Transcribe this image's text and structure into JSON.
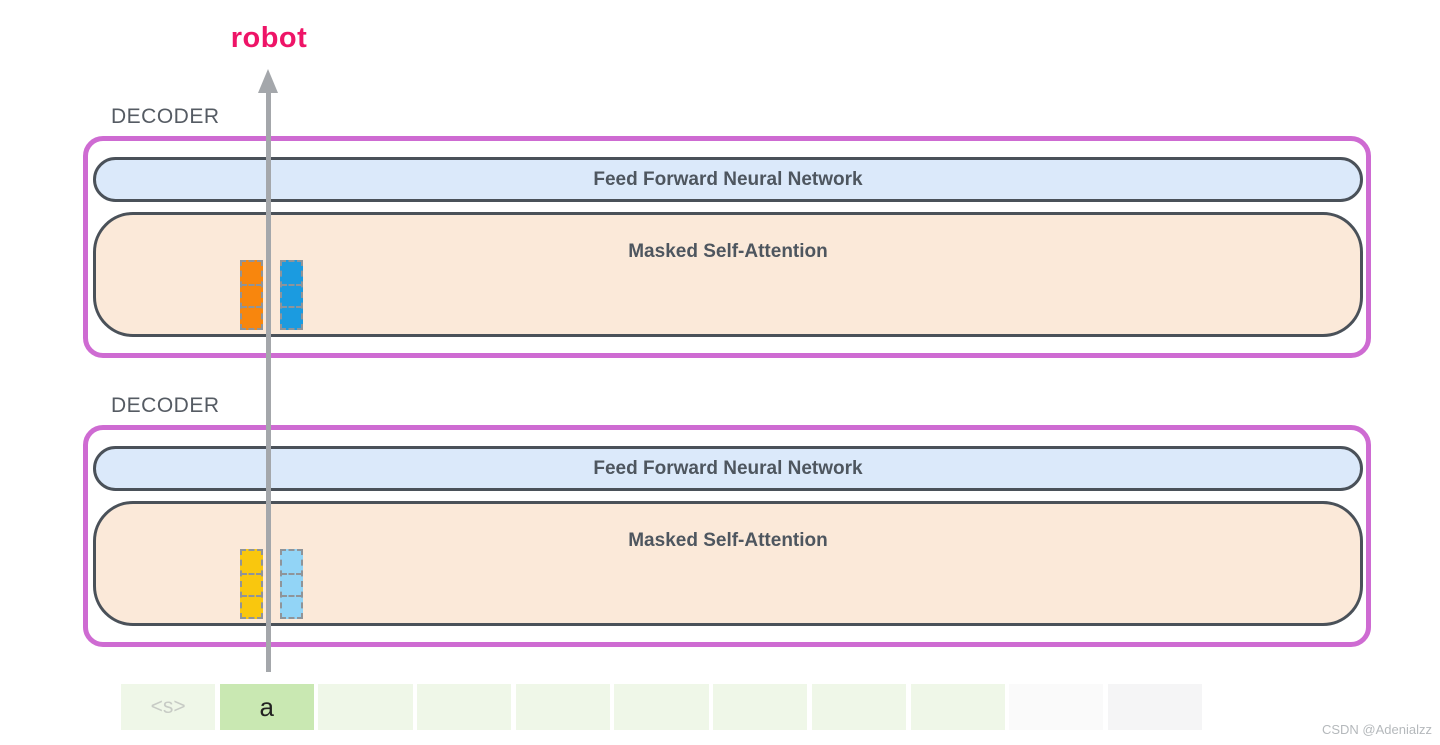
{
  "output_word": {
    "text": "robot",
    "color": "#EE1467"
  },
  "colors": {
    "decoder_border": "#CE6BD2",
    "inner_box_border": "#4A5159",
    "ffn_fill": "#DBE9FA",
    "msa_fill": "#FBE9D9",
    "arrow": "#A4A7AB",
    "decoder_label_text": "#555B63",
    "box_label_text": "#4E565F"
  },
  "decoders": [
    {
      "label": "DECODER",
      "ffn_label": "Feed Forward Neural Network",
      "msa_label": "Masked Self-Attention",
      "vectors": [
        {
          "name": "hidden-state-vector-token1",
          "color": "#F8860D"
        },
        {
          "name": "hidden-state-vector-token2",
          "color": "#1B9BE0"
        }
      ]
    },
    {
      "label": "DECODER",
      "ffn_label": "Feed Forward Neural Network",
      "msa_label": "Masked Self-Attention",
      "vectors": [
        {
          "name": "hidden-state-vector-token1",
          "color": "#F9C70E"
        },
        {
          "name": "hidden-state-vector-token2",
          "color": "#92D4F6"
        }
      ]
    }
  ],
  "tokens": [
    {
      "text": "<s>",
      "bg": "#EFF7E8",
      "color": "#C7CBC5"
    },
    {
      "text": "a",
      "bg": "#C9E8B2",
      "color": "#222222"
    },
    {
      "text": "",
      "bg": "#EFF7E8",
      "color": "#222222"
    },
    {
      "text": "",
      "bg": "#EFF7E8",
      "color": "#222222"
    },
    {
      "text": "",
      "bg": "#EFF7E8",
      "color": "#222222"
    },
    {
      "text": "",
      "bg": "#EFF7E8",
      "color": "#222222"
    },
    {
      "text": "",
      "bg": "#EFF7E8",
      "color": "#222222"
    },
    {
      "text": "",
      "bg": "#EFF7E8",
      "color": "#222222"
    },
    {
      "text": "",
      "bg": "#EFF7E8",
      "color": "#222222"
    },
    {
      "text": "",
      "bg": "#FAFAFA",
      "color": "#222222"
    },
    {
      "text": "",
      "bg": "#F5F5F6",
      "color": "#222222"
    }
  ],
  "watermark": "CSDN @Adenialzz"
}
